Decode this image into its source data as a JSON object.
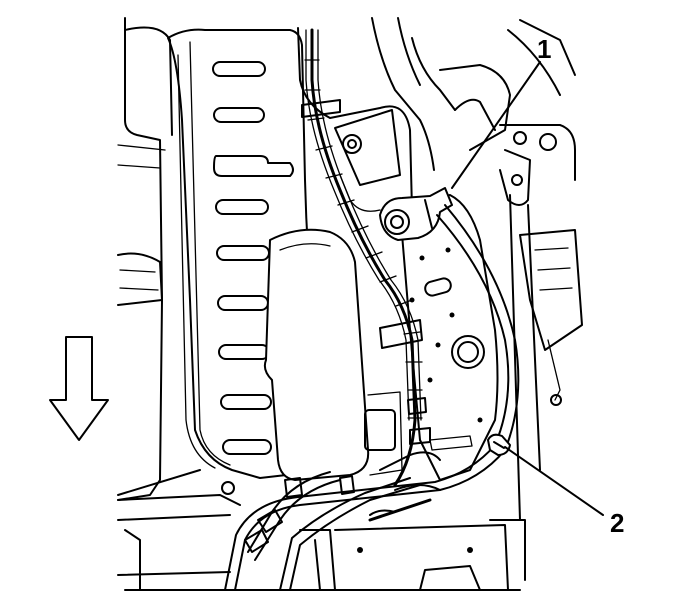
{
  "callouts": [
    {
      "id": "1",
      "label": "1"
    },
    {
      "id": "2",
      "label": "2"
    }
  ],
  "icons": {
    "direction_arrow": "down-arrow-icon"
  },
  "colors": {
    "line": "#000000",
    "background": "#ffffff"
  }
}
